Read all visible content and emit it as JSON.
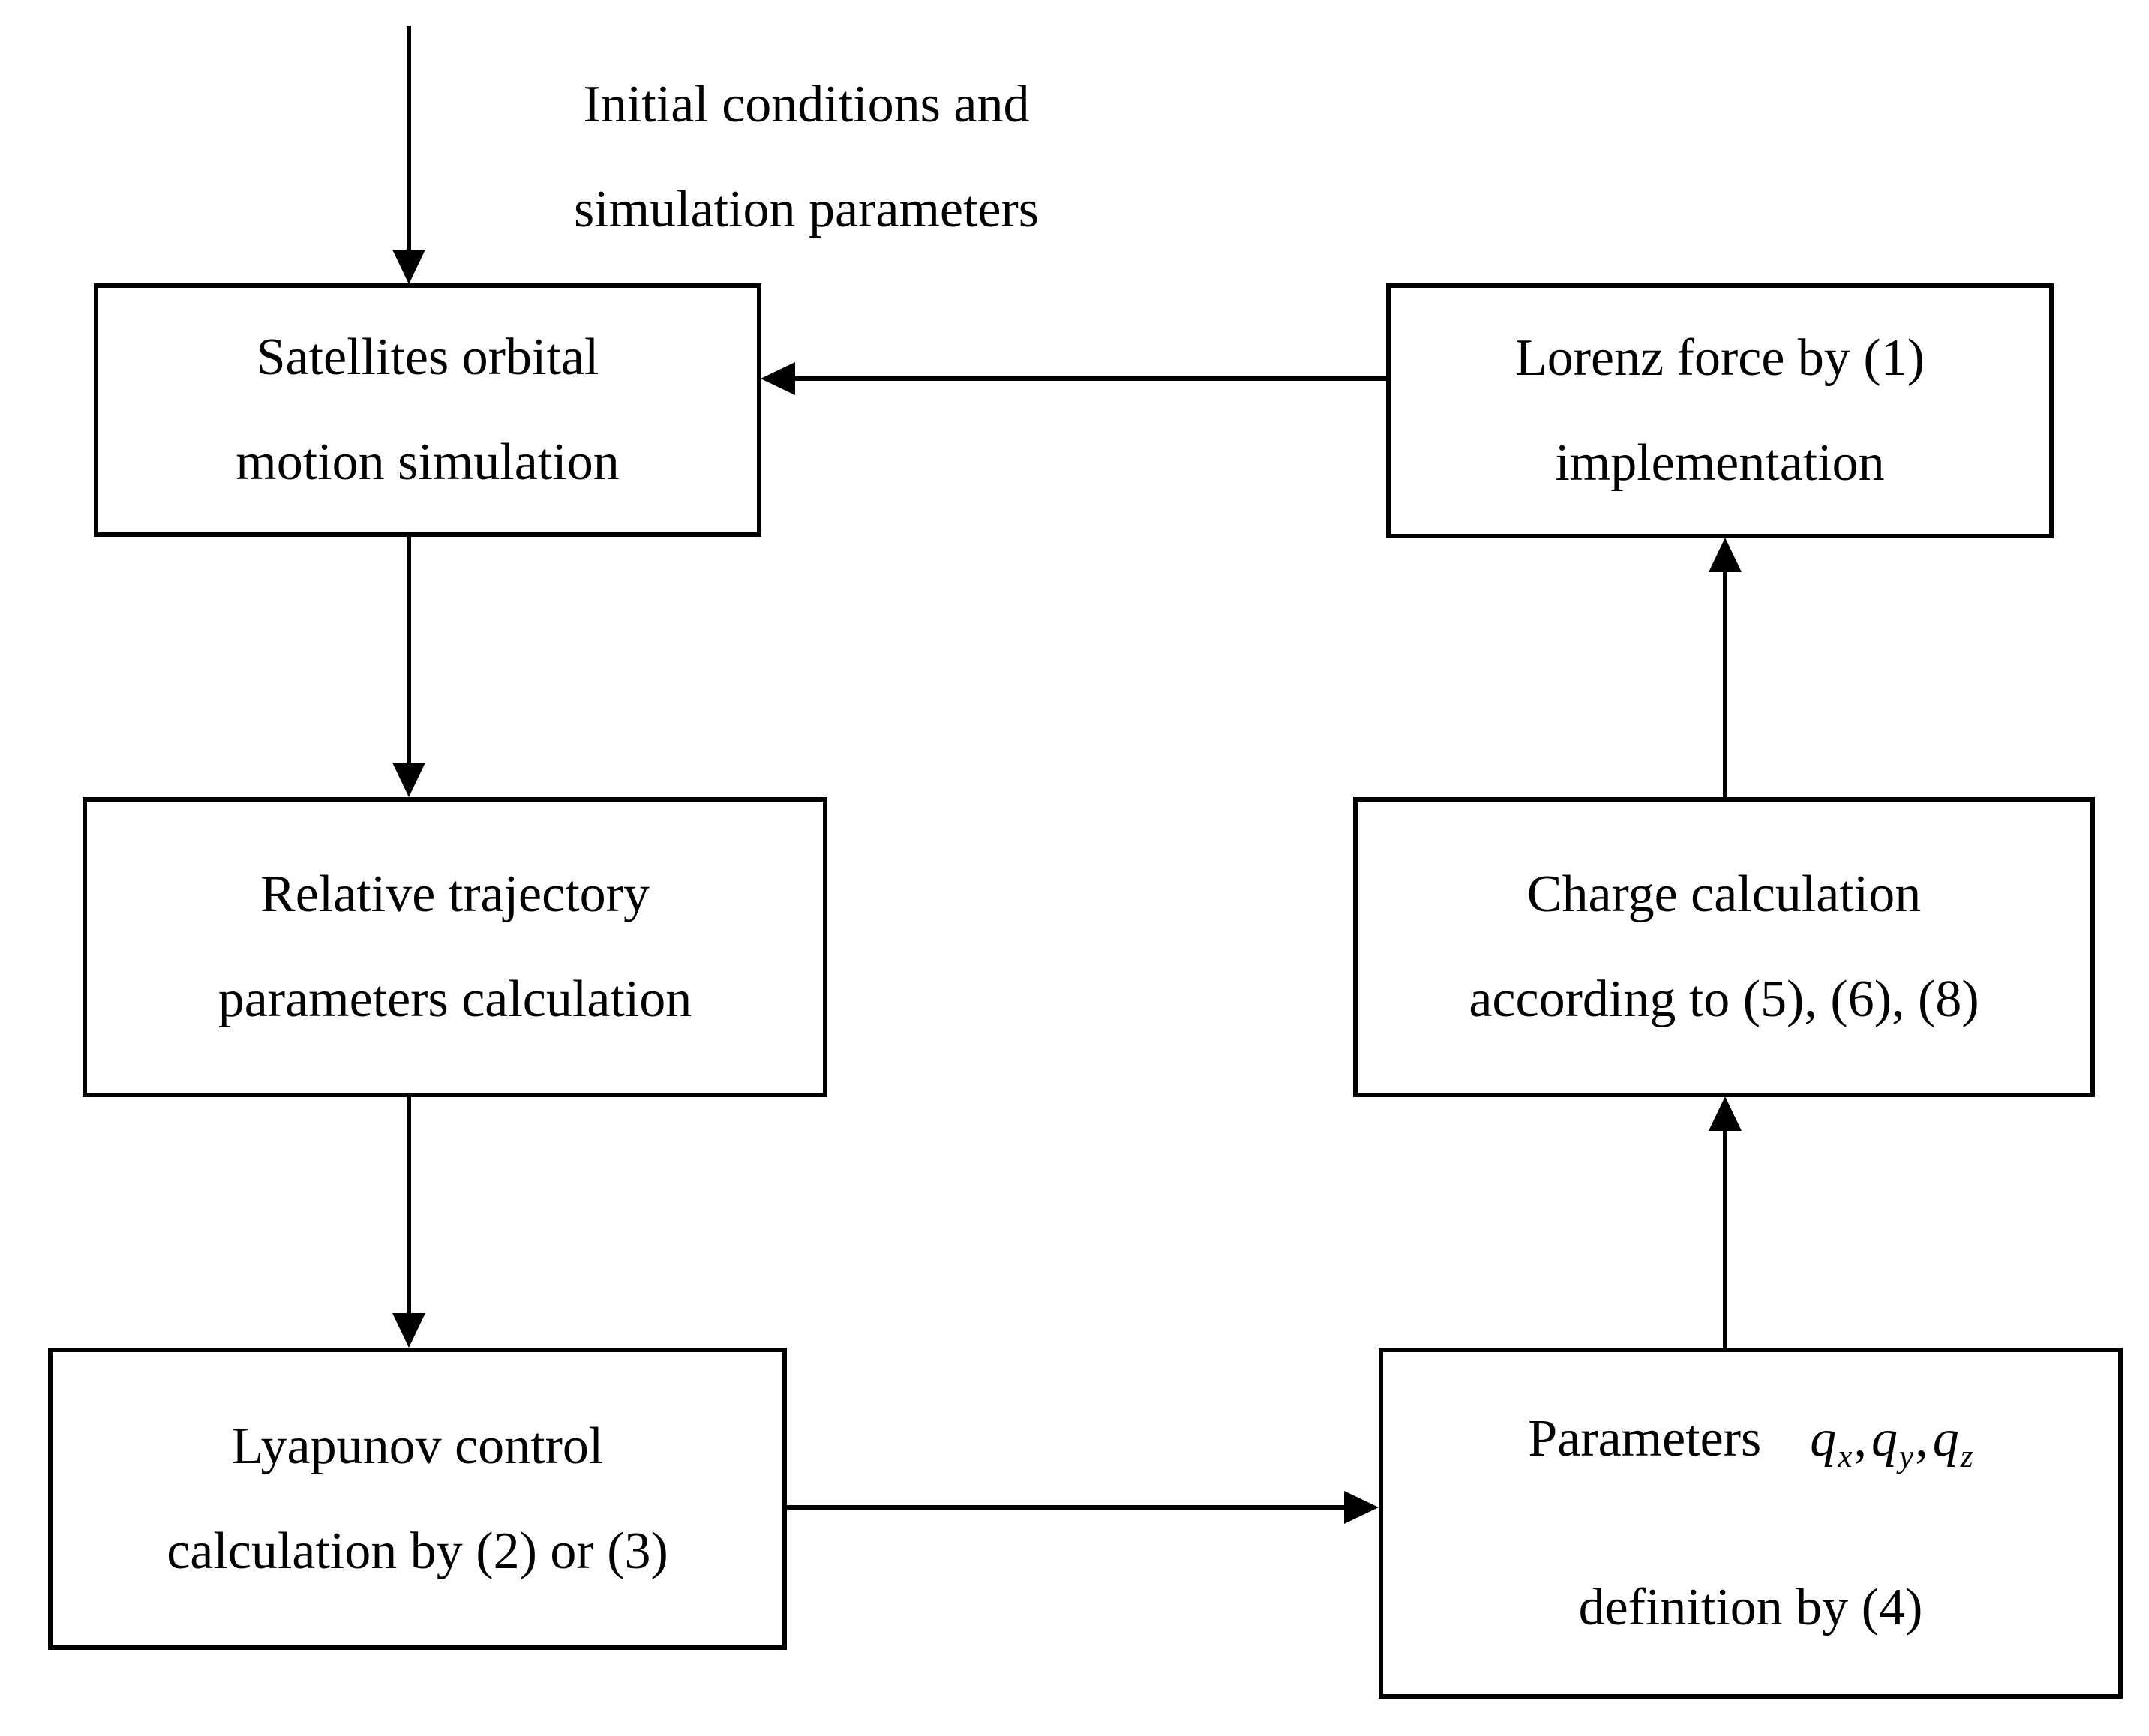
{
  "diagram": {
    "top_label": {
      "line1": "Initial conditions and",
      "line2": "simulation parameters"
    },
    "boxes": {
      "satellites": {
        "line1": "Satellites orbital",
        "line2": "motion simulation"
      },
      "lorenz": {
        "line1": "Lorenz force by (1)",
        "line2": "implementation"
      },
      "relative": {
        "line1": "Relative trajectory",
        "line2": "parameters calculation"
      },
      "charge": {
        "line1": "Charge calculation",
        "line2": "according to (5), (6), (8)"
      },
      "lyapunov": {
        "line1": "Lyapunov control",
        "line2": "calculation by (2) or (3)"
      },
      "parameters": {
        "line1_prefix": "Parameters",
        "math": [
          {
            "base": "q",
            "sub": "x"
          },
          {
            "base": "q",
            "sub": "y"
          },
          {
            "base": "q",
            "sub": "z"
          }
        ],
        "comma": ",",
        "line2": "definition by (4)"
      }
    },
    "colors": {
      "line": "#000000",
      "text": "#000000",
      "background": "#ffffff"
    }
  }
}
